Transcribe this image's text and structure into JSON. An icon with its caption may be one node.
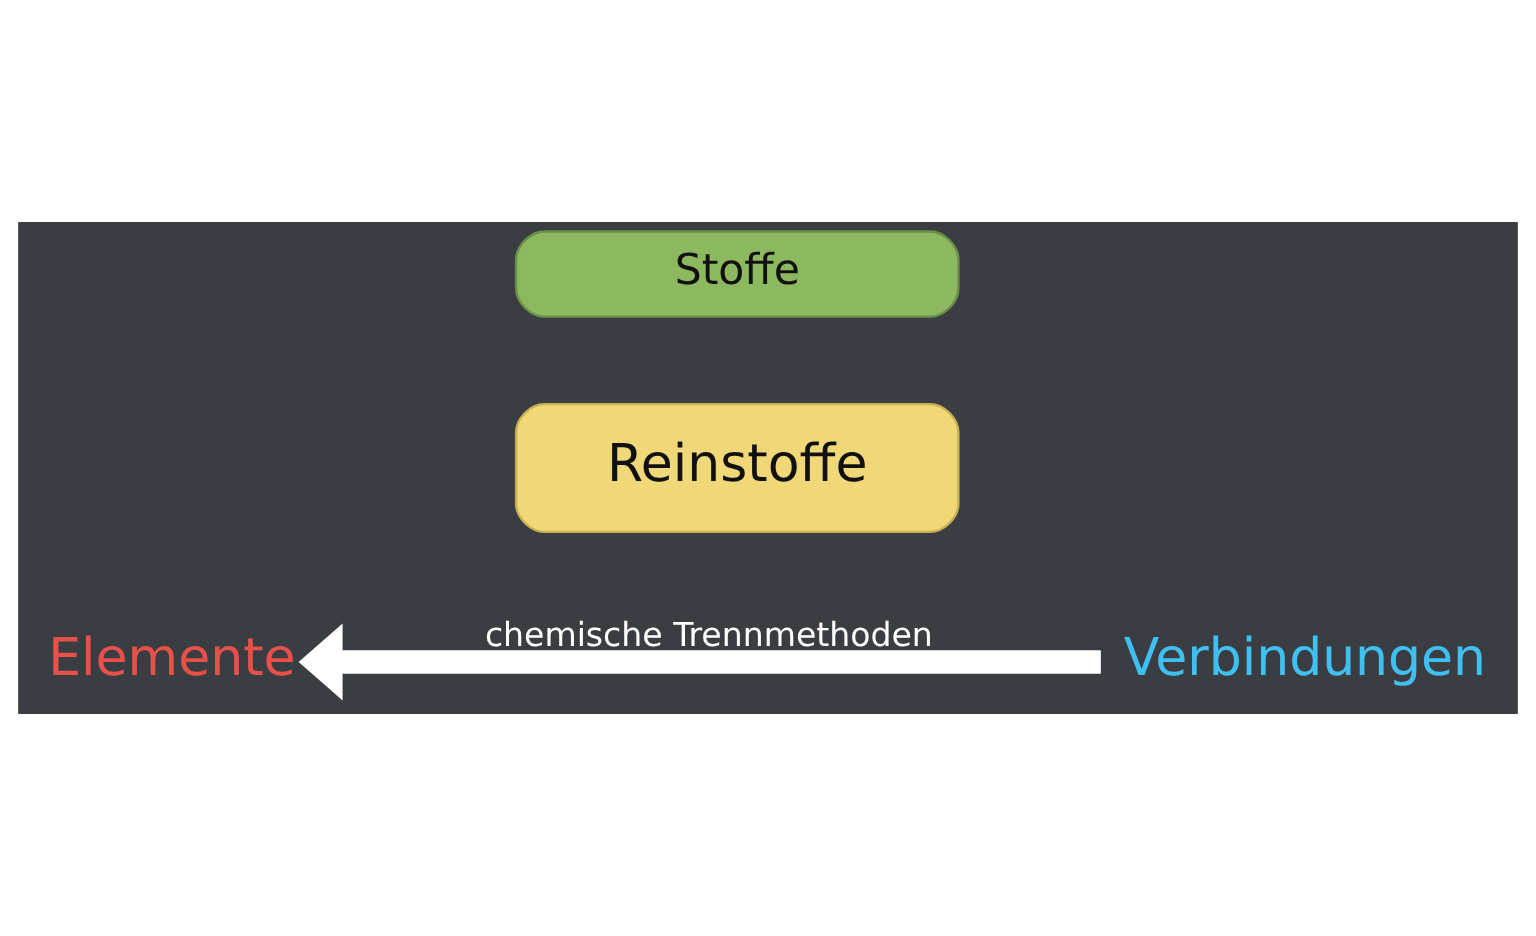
{
  "diagram": {
    "nodes": [
      {
        "text": [
          "Stoffe"
        ]
      },
      {
        "text": [
          "Reinstoffe"
        ]
      },
      {
        "text": [
          "Elemente"
        ]
      },
      {
        "text": [
          "Verbindungen"
        ]
      }
    ],
    "edges": [
      {
        "from": 3,
        "to": 2,
        "arrow": "to",
        "label": "chemische Trennmethoden"
      }
    ]
  }
}
